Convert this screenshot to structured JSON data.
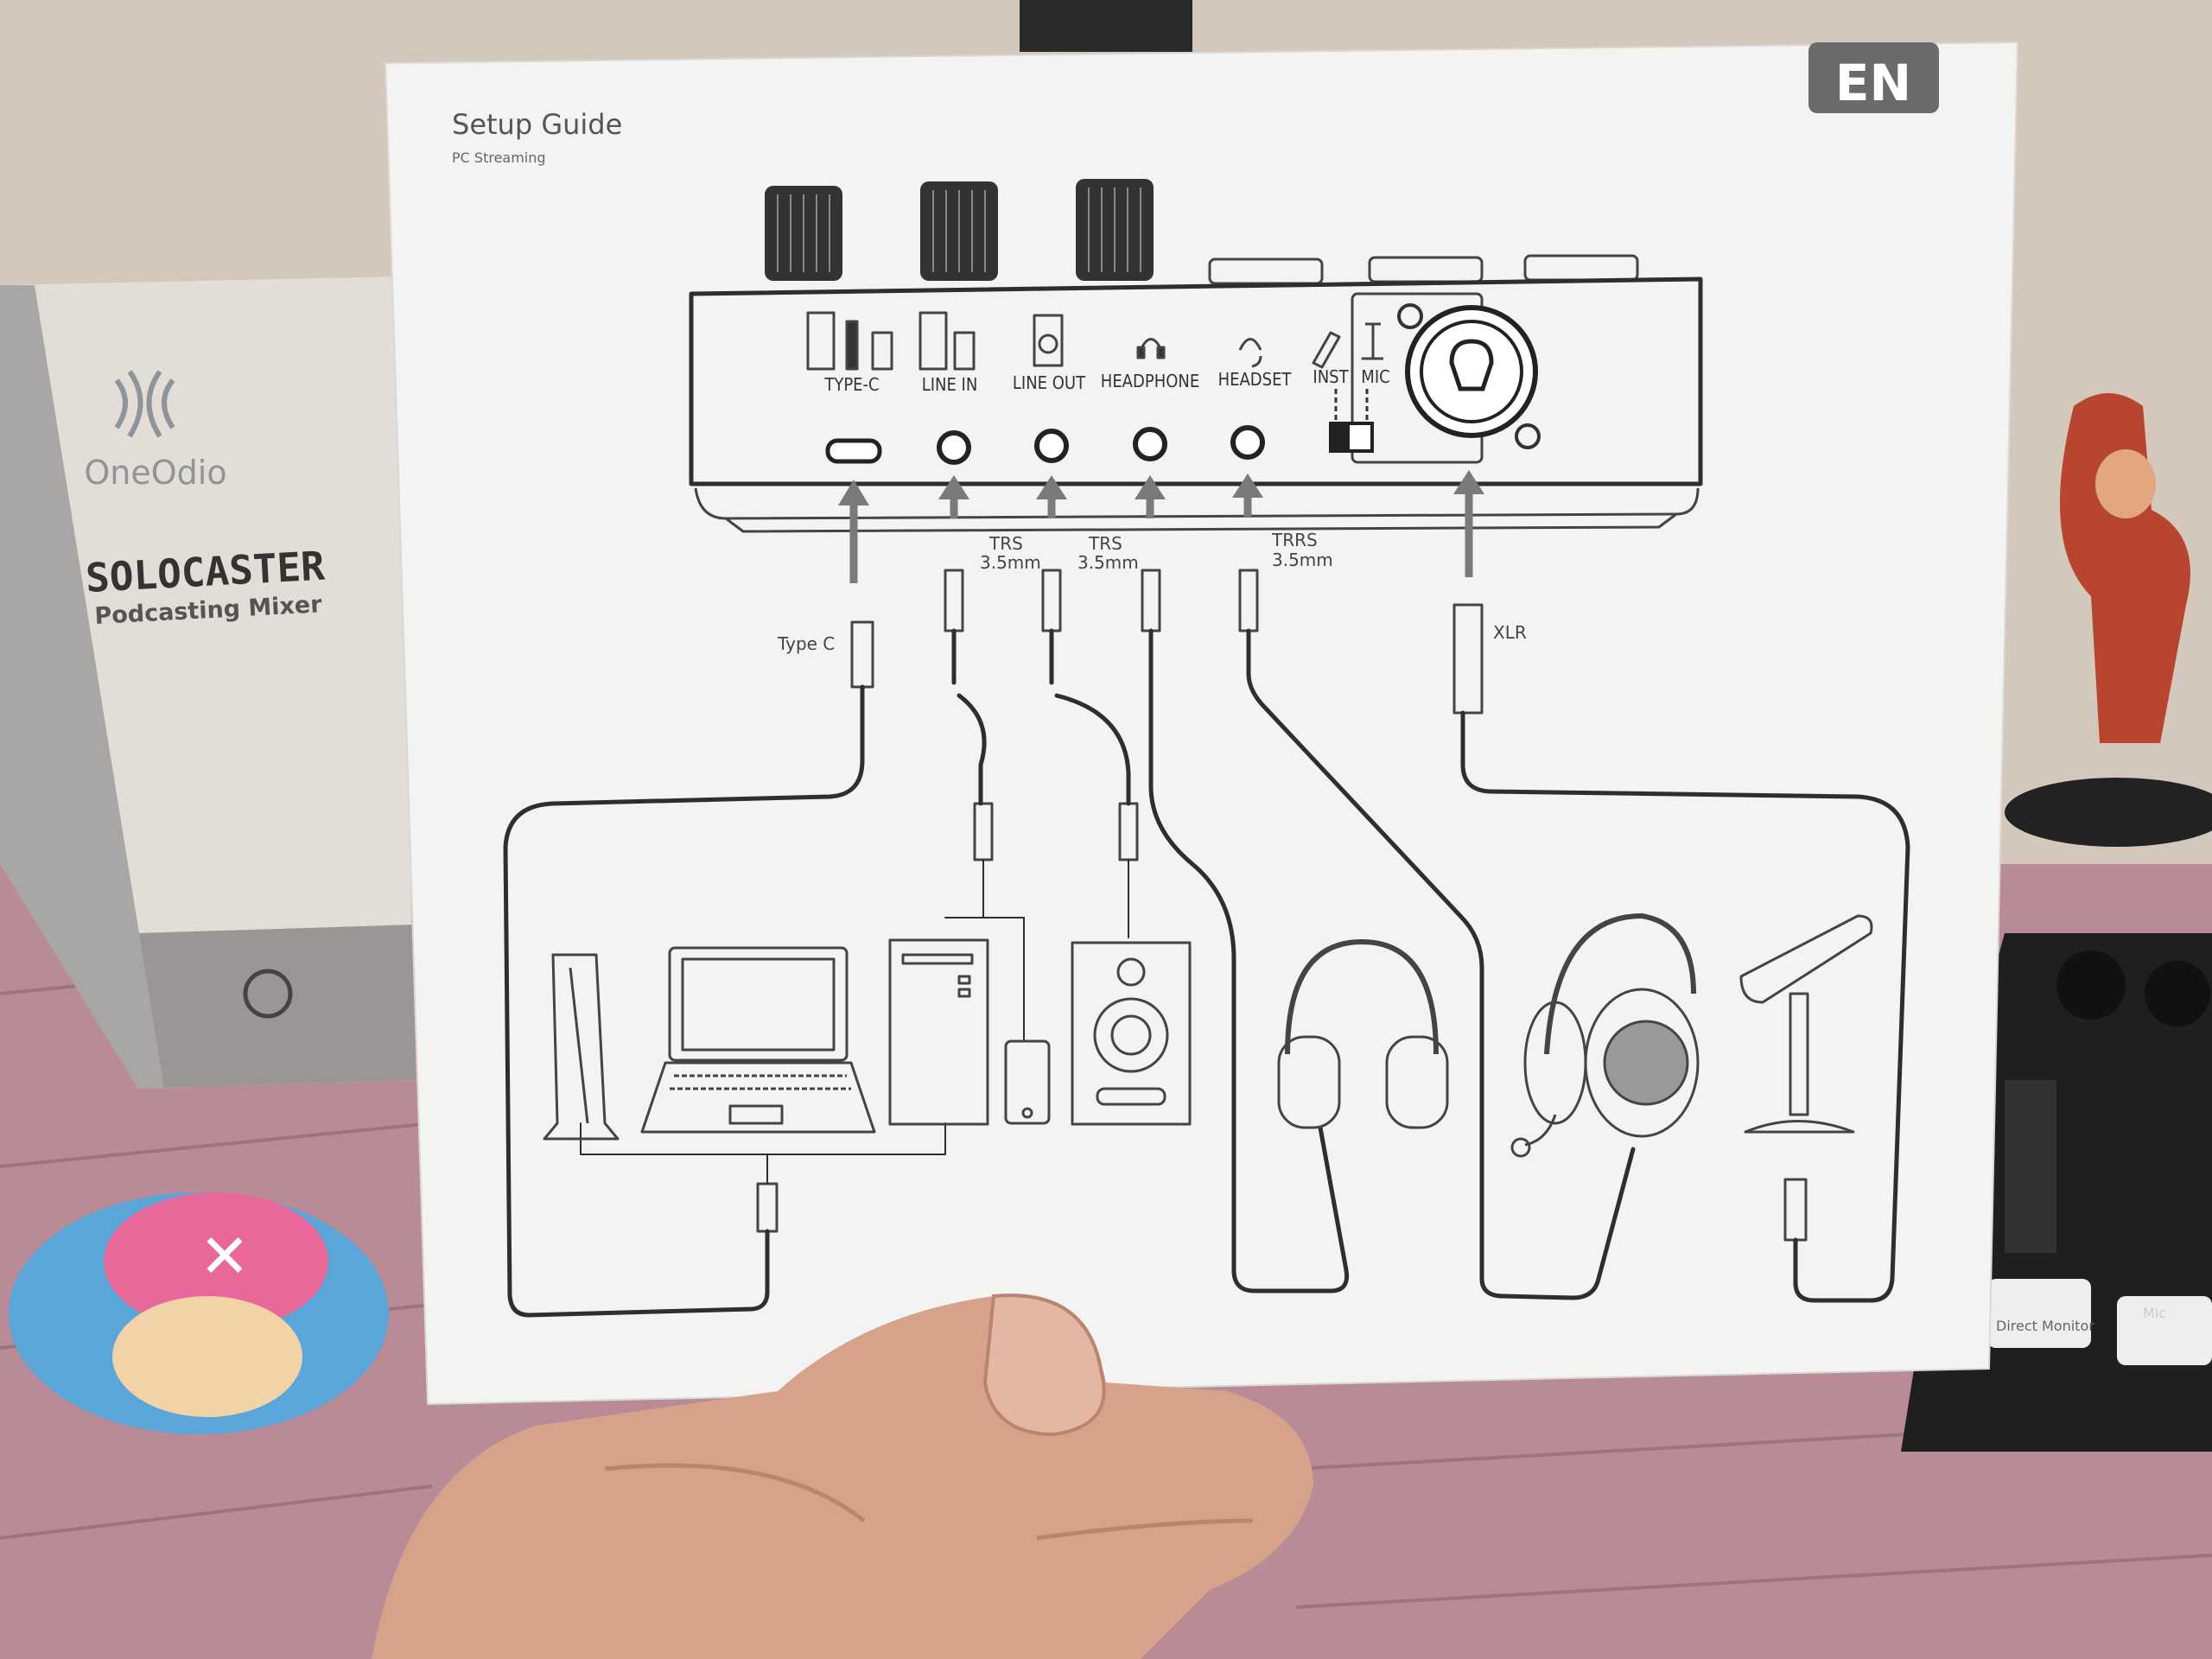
{
  "guide": {
    "title": "Setup Guide",
    "subtitle": "PC Streaming",
    "language_badge": "EN",
    "port_labels": [
      "TYPE-C",
      "LINE IN",
      "LINE OUT",
      "HEADPHONE",
      "HEADSET",
      "INST",
      "MIC"
    ],
    "cable_labels": {
      "type_c": "Type C",
      "trs1": "TRS",
      "trs1_size": "3.5mm",
      "trs2": "TRS",
      "trs2_size": "3.5mm",
      "trrs": "TRRS",
      "trrs_size": "3.5mm",
      "xlr": "XLR"
    }
  },
  "box": {
    "brand": "OneOdio",
    "product": "SOLOCASTER",
    "product_subtitle": "Podcasting Mixer"
  },
  "mixer_keys": {
    "key1": "Direct Monitor",
    "key2": "Mic"
  },
  "colors": {
    "paper": "#f3f3f1",
    "ink": "#2e2e2e",
    "badge": "#6b6b6b",
    "wall": "#d3c8bb",
    "desk": "#b98b96"
  }
}
